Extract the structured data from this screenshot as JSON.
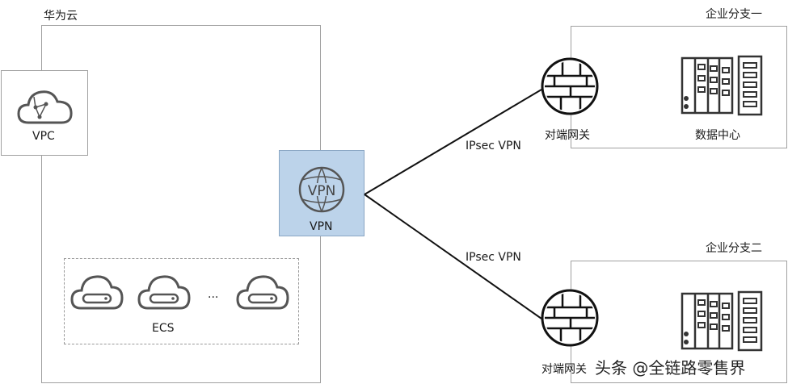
{
  "cloud": {
    "title": "华为云"
  },
  "vpc": {
    "label": "VPC",
    "icon": "vpc-cloud-icon"
  },
  "vpn": {
    "label": "VPN",
    "icon_text": "VPN",
    "fill": "#bcd3ea"
  },
  "ecs": {
    "label": "ECS",
    "ellipsis": "...",
    "count_icons": 3
  },
  "links": [
    {
      "label": "IPsec VPN"
    },
    {
      "label": "IPsec VPN"
    }
  ],
  "branches": [
    {
      "title": "企业分支一",
      "gateway_label": "对端网关",
      "datacenter_label": "数据中心"
    },
    {
      "title": "企业分支二",
      "gateway_label": "对端网关"
    }
  ],
  "watermark": {
    "text": "头条 @全链路零售界"
  }
}
